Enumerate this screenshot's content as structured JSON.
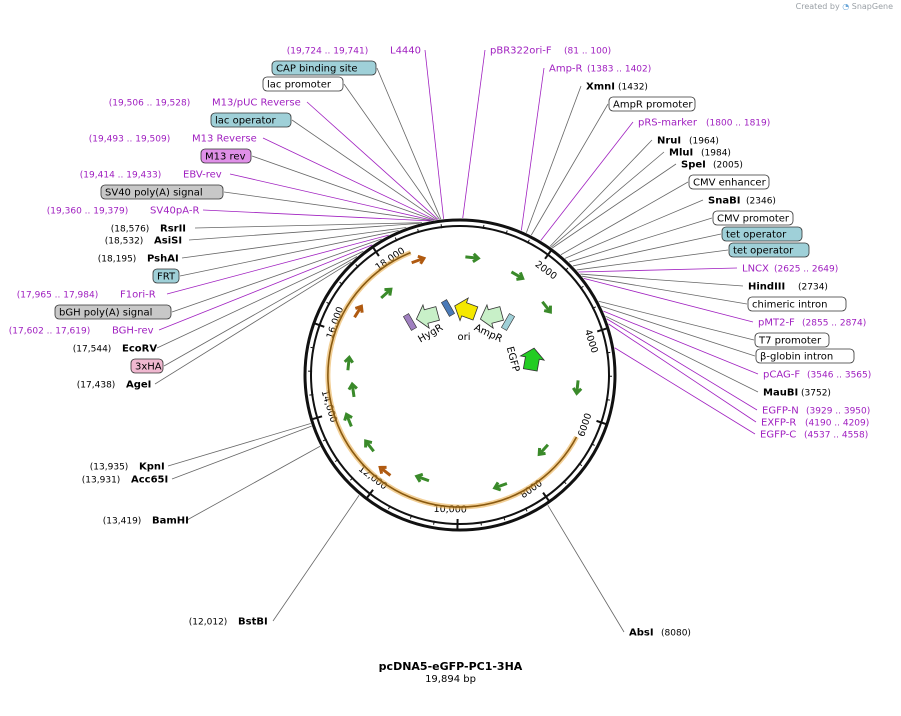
{
  "branding": {
    "prefix": "Created by",
    "name": "SnapGene"
  },
  "plasmid": {
    "name": "pcDNA5-eGFP-PC1-3HA",
    "length_label": "19,894 bp",
    "length": 19894
  },
  "colors": {
    "primer": "#a020c0",
    "site": "#000000",
    "leader": "#555555",
    "insert": "#e8a840",
    "arrow_green": "#3a8a2a",
    "arrow_brown": "#b05a10",
    "box_teal": "#9fd0d8",
    "box_gray": "#c8c8c8",
    "box_pink": "#f0b8d0",
    "box_magenta": "#e090e8",
    "box_white": "#ffffff"
  },
  "tick_labels": [
    "2000",
    "4000",
    "6000",
    "8000",
    "10,000",
    "12,000",
    "14,000",
    "16,000",
    "18,000"
  ],
  "inner_features": [
    {
      "label": "HygR",
      "icon": "arrow-ccw-icon"
    },
    {
      "label": "ori",
      "icon": "arrow-ccw-icon"
    },
    {
      "label": "AmpR",
      "icon": "arrow-ccw-icon"
    },
    {
      "label": "EGFP",
      "icon": "arrow-cw-icon"
    }
  ],
  "left_labels": [
    {
      "kind": "primer",
      "name": "L4440",
      "pos": "(19,724 .. 19,741)"
    },
    {
      "kind": "box",
      "style": "teal",
      "name": "CAP binding site"
    },
    {
      "kind": "box",
      "style": "white",
      "name": "lac promoter"
    },
    {
      "kind": "primer",
      "name": "M13/pUC Reverse",
      "pos": "(19,506 .. 19,528)"
    },
    {
      "kind": "box",
      "style": "teal",
      "name": "lac operator"
    },
    {
      "kind": "primer",
      "name": "M13 Reverse",
      "pos": "(19,493 .. 19,509)"
    },
    {
      "kind": "box",
      "style": "magenta",
      "name": "M13 rev"
    },
    {
      "kind": "primer",
      "name": "EBV-rev",
      "pos": "(19,414 .. 19,433)"
    },
    {
      "kind": "box",
      "style": "gray",
      "name": "SV40 poly(A) signal"
    },
    {
      "kind": "primer",
      "name": "SV40pA-R",
      "pos": "(19,360 .. 19,379)"
    },
    {
      "kind": "site",
      "name": "RsrII",
      "pos": "(18,576)"
    },
    {
      "kind": "site",
      "name": "AsiSI",
      "pos": "(18,532)"
    },
    {
      "kind": "site",
      "name": "PshAI",
      "pos": "(18,195)"
    },
    {
      "kind": "box",
      "style": "teal",
      "name": "FRT"
    },
    {
      "kind": "primer",
      "name": "F1ori-R",
      "pos": "(17,965 .. 17,984)"
    },
    {
      "kind": "box",
      "style": "gray",
      "name": "bGH poly(A) signal"
    },
    {
      "kind": "primer",
      "name": "BGH-rev",
      "pos": "(17,602 .. 17,619)"
    },
    {
      "kind": "site",
      "name": "EcoRV",
      "pos": "(17,544)"
    },
    {
      "kind": "box",
      "style": "pink",
      "name": "3xHA"
    },
    {
      "kind": "site",
      "name": "AgeI",
      "pos": "(17,438)"
    },
    {
      "kind": "site",
      "name": "KpnI",
      "pos": "(13,935)"
    },
    {
      "kind": "site",
      "name": "Acc65I",
      "pos": "(13,931)"
    },
    {
      "kind": "site",
      "name": "BamHI",
      "pos": "(13,419)"
    },
    {
      "kind": "site",
      "name": "BstBI",
      "pos": "(12,012)"
    }
  ],
  "right_labels": [
    {
      "kind": "primer",
      "name": "pBR322ori-F",
      "pos": "(81 .. 100)"
    },
    {
      "kind": "primer",
      "name": "Amp-R",
      "pos": "(1383 .. 1402)"
    },
    {
      "kind": "site",
      "name": "XmnI",
      "pos": "(1432)"
    },
    {
      "kind": "box",
      "style": "white",
      "name": "AmpR promoter"
    },
    {
      "kind": "primer",
      "name": "pRS-marker",
      "pos": "(1800 .. 1819)"
    },
    {
      "kind": "site",
      "name": "NruI",
      "pos": "(1964)"
    },
    {
      "kind": "site",
      "name": "MluI",
      "pos": "(1984)"
    },
    {
      "kind": "site",
      "name": "SpeI",
      "pos": "(2005)"
    },
    {
      "kind": "box",
      "style": "white",
      "name": "CMV enhancer"
    },
    {
      "kind": "site",
      "name": "SnaBI",
      "pos": "(2346)"
    },
    {
      "kind": "box",
      "style": "white",
      "name": "CMV promoter"
    },
    {
      "kind": "box",
      "style": "teal",
      "name": "tet operator"
    },
    {
      "kind": "box",
      "style": "teal",
      "name": "tet operator"
    },
    {
      "kind": "primer",
      "name": "LNCX",
      "pos": "(2625 .. 2649)"
    },
    {
      "kind": "site",
      "name": "HindIII",
      "pos": "(2734)"
    },
    {
      "kind": "box",
      "style": "white",
      "name": "chimeric intron"
    },
    {
      "kind": "primer",
      "name": "pMT2-F",
      "pos": "(2855 .. 2874)"
    },
    {
      "kind": "box",
      "style": "white",
      "name": "T7 promoter"
    },
    {
      "kind": "box",
      "style": "white",
      "name": "β-globin intron"
    },
    {
      "kind": "primer",
      "name": "pCAG-F",
      "pos": "(3546 .. 3565)"
    },
    {
      "kind": "site",
      "name": "MauBI",
      "pos": "(3752)"
    },
    {
      "kind": "primer",
      "name": "EGFP-N",
      "pos": "(3929 .. 3950)"
    },
    {
      "kind": "primer",
      "name": "EXFP-R",
      "pos": "(4190 .. 4209)"
    },
    {
      "kind": "primer",
      "name": "EGFP-C",
      "pos": "(4537 .. 4558)"
    },
    {
      "kind": "site",
      "name": "AbsI",
      "pos": "(8080)"
    }
  ]
}
